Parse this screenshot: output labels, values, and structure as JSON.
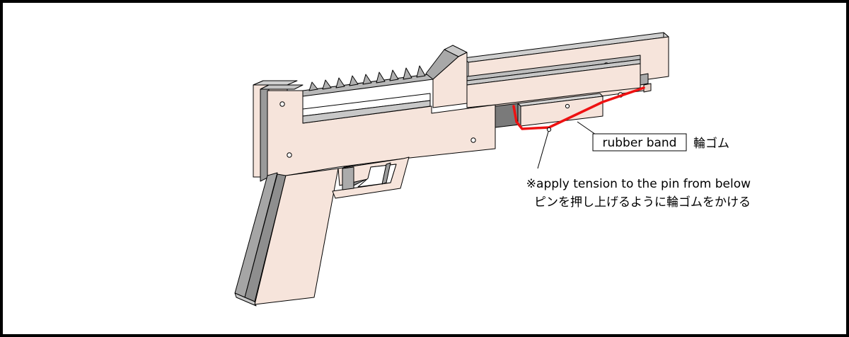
{
  "labels": {
    "rubber_band_en": "rubber band",
    "rubber_band_jp": "輪ゴム",
    "tension_en": "※apply tension to the pin from below",
    "tension_jp": "ピンを押し上げるように輪ゴムをかける"
  },
  "colors": {
    "wood_face": "#f6e4db",
    "wood_side": "#b3b3b3",
    "wood_dark": "#8c8c8c",
    "rubber_band": "#ee1111",
    "outline": "#000000"
  }
}
